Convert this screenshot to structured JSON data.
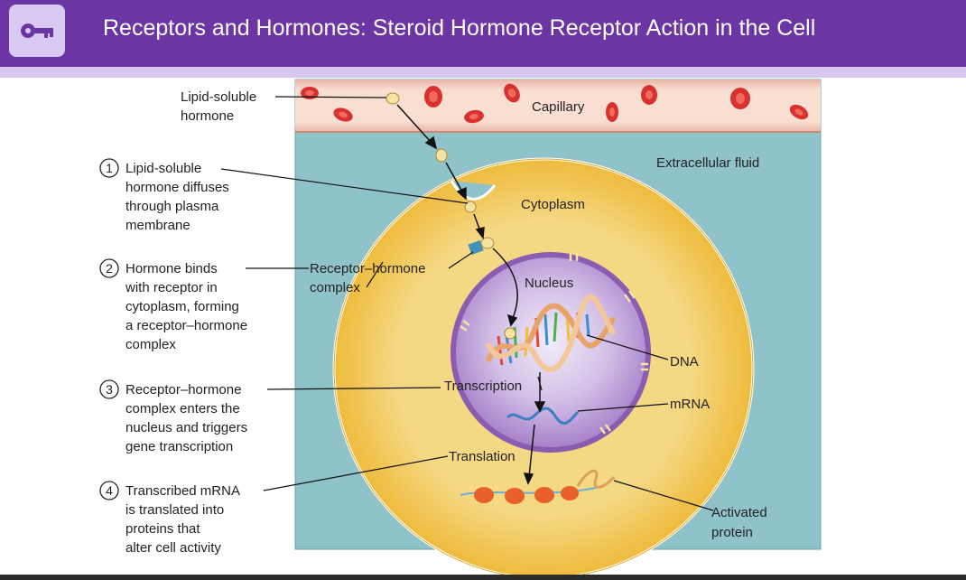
{
  "header": {
    "title": "Receptors and Hormones: Steroid Hormone Receptor Action in the Cell",
    "icon": "key-icon",
    "background": "#6b35a4",
    "badge_color": "#d9c9f5"
  },
  "diagram": {
    "labels": {
      "lipid_soluble_hormone": [
        "Lipid-soluble",
        "hormone"
      ],
      "capillary": "Capillary",
      "extracellular_fluid": "Extracellular fluid",
      "cytoplasm": "Cytoplasm",
      "receptor_hormone_complex": [
        "Receptor–hormone",
        "complex"
      ],
      "nucleus": "Nucleus",
      "dna": "DNA",
      "transcription": "Transcription",
      "mrna": "mRNA",
      "translation": "Translation",
      "activated_protein": [
        "Activated",
        "protein"
      ]
    },
    "steps": [
      {
        "number": "1",
        "lines": [
          "Lipid-soluble",
          "hormone diffuses",
          "through plasma",
          "membrane"
        ]
      },
      {
        "number": "2",
        "lines": [
          "Hormone binds",
          "with receptor in",
          "cytoplasm, forming",
          "a receptor–hormone",
          "complex"
        ]
      },
      {
        "number": "3",
        "lines": [
          "Receptor–hormone",
          "complex enters the",
          "nucleus and triggers",
          "gene transcription"
        ]
      },
      {
        "number": "4",
        "lines": [
          "Transcribed mRNA",
          "is translated into",
          "proteins that",
          "alter cell activity"
        ]
      }
    ],
    "colors": {
      "capillary": "#f6d3c4",
      "extracellular": "#8fc3c9",
      "cytoplasm": "#f2c24a",
      "nucleus": "#9a6bbd",
      "blood_cell": "#d8322f",
      "hormone": "#f4e3a2",
      "receptor": "#3f94b5"
    }
  }
}
